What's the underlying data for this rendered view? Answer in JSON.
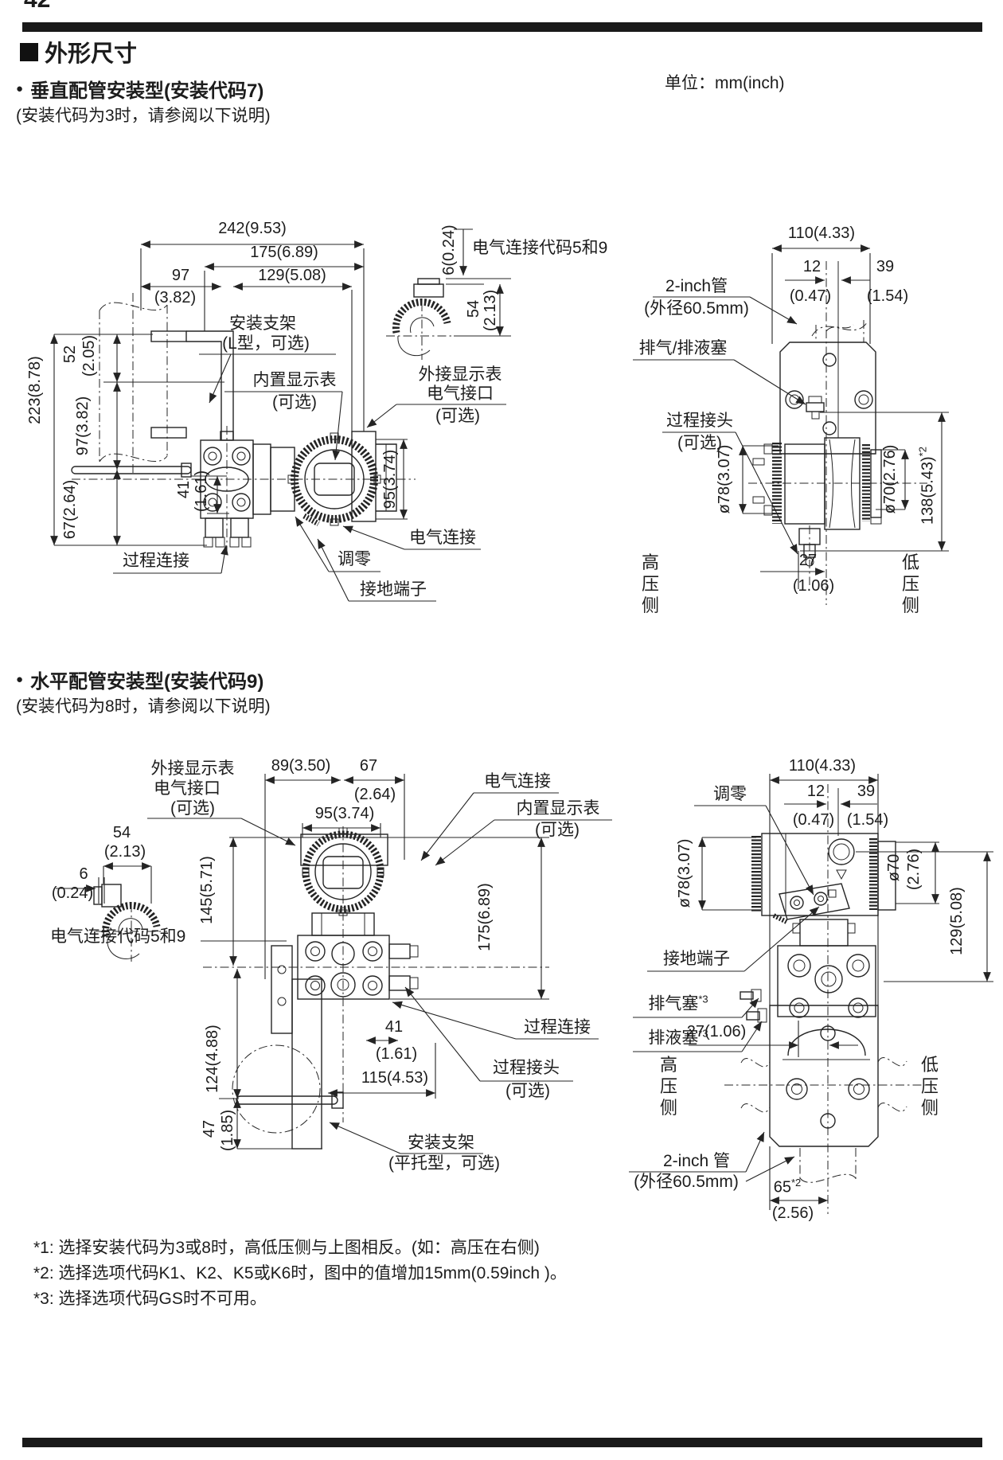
{
  "page": {
    "number": "42",
    "title": "外形尺寸",
    "unit": "单位：mm(inch)"
  },
  "sections": {
    "s1": {
      "bullet": "●",
      "heading": "垂直配管安装型(安装代码7)",
      "note": "(安装代码为3时，请参阅以下说明)"
    },
    "s2": {
      "bullet": "●",
      "heading": "水平配管安装型(安装代码9)",
      "note": "(安装代码为8时，请参阅以下说明)"
    }
  },
  "fig1": {
    "dims": {
      "w242": "242(9.53)",
      "w175": "175(6.89)",
      "w97a": "97",
      "w97b": "(3.82)",
      "w129": "129(5.08)",
      "h52a": "52",
      "h52b": "(2.05)",
      "h223": "223(8.78)",
      "h97": "97(3.82)",
      "h41a": "41",
      "h41b": "(1.61)",
      "h67": "67(2.64)",
      "h95": "95(3.74)",
      "g6": "6(0.24)",
      "g54a": "54",
      "g54b": "(2.13)"
    },
    "labels": {
      "bracket1": "安装支架",
      "bracket2": "(L型，可选)",
      "display1": "内置显示表",
      "display2": "(可选)",
      "ext1": "外接显示表",
      "ext2": "电气接口",
      "ext3": "(可选)",
      "elec": "电气连接",
      "zero": "调零",
      "ground": "接地端子",
      "process": "过程连接",
      "code59": "电气连接代码5和9"
    }
  },
  "fig2": {
    "dims": {
      "w110": "110(4.33)",
      "w12a": "12",
      "w12b": "(0.47)",
      "w39a": "39",
      "w39b": "(1.54)",
      "d78": "ø78(3.07)",
      "d70": "ø70(2.76)",
      "h138": "138(5.43)",
      "h138sup": "*2",
      "w27a": "27",
      "w27b": "(1.06)"
    },
    "labels": {
      "pipe1": "2-inch管",
      "pipe2": "(外径60.5mm)",
      "vent": "排气/排液塞",
      "adapter1": "过程接头",
      "adapter2": "(可选)",
      "hp": "高压侧",
      "lp": "低压侧"
    }
  },
  "fig3": {
    "dims": {
      "w89": "89(3.50)",
      "w67a": "67",
      "w67b": "(2.64)",
      "w95": "95(3.74)",
      "g54a": "54",
      "g54b": "(2.13)",
      "g6a": "6",
      "g6b": "(0.24)",
      "h145": "145(5.71)",
      "h175": "175(6.89)",
      "h124": "124(4.88)",
      "h47a": "47",
      "h47b": "(1.85)",
      "w41a": "41",
      "w41b": "(1.61)",
      "w115": "115(4.53)"
    },
    "labels": {
      "ext1": "外接显示表",
      "ext2": "电气接口",
      "ext3": "(可选)",
      "elec": "电气连接",
      "display1": "内置显示表",
      "display2": "(可选)",
      "code59": "电气连接代码5和9",
      "process": "过程连接",
      "adapter1": "过程接头",
      "adapter2": "(可选)",
      "bracket1": "安装支架",
      "bracket2": "(平托型，可选)"
    }
  },
  "fig4": {
    "dims": {
      "w110": "110(4.33)",
      "w12a": "12",
      "w12b": "(0.47)",
      "w39a": "39",
      "w39b": "(1.54)",
      "d78": "ø78(3.07)",
      "d70a": "ø70",
      "d70b": "(2.76)",
      "h129": "129(5.08)",
      "w27": "27(1.06)",
      "w65a": "65",
      "w65sup": "*2",
      "w65b": "(2.56)"
    },
    "labels": {
      "zero": "调零",
      "ground": "接地端子",
      "vent": "排气塞",
      "ventsup": "*3",
      "drain": "排液塞",
      "drainsup": "*3",
      "hp": "高压侧",
      "lp": "低压侧",
      "pipe1": "2-inch 管",
      "pipe2": "(外径60.5mm)"
    }
  },
  "footnotes": [
    "*1: 选择安装代码为3或8时，高低压侧与上图相反。(如：高压在右侧)",
    "*2: 选择选项代码K1、K2、K5或K6时，图中的值增加15mm(0.59inch )。",
    "*3: 选择选项代码GS时不可用。"
  ]
}
